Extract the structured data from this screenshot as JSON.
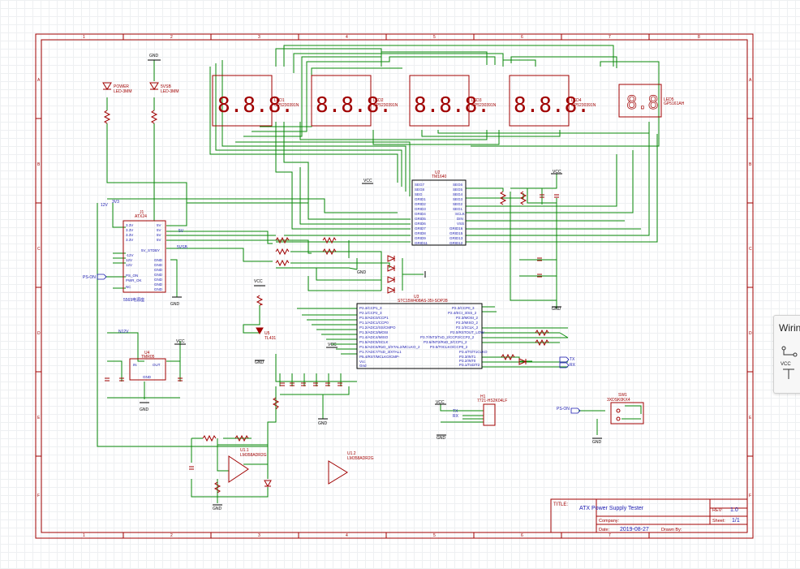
{
  "title_block": {
    "title_label": "TITLE:",
    "title_value": "ATX Power Supply Tester",
    "rev_label": "REV:",
    "rev_value": "1.0",
    "company_label": "Company:",
    "company_value": "",
    "sheet_label": "Sheet:",
    "sheet_value": "1/1",
    "date_label": "Date:",
    "date_value": "2019-08-27",
    "drawn_label": "Drawn By:"
  },
  "frame": {
    "col_labels": [
      "1",
      "2",
      "3",
      "4",
      "5",
      "6",
      "7",
      "8"
    ],
    "row_labels": [
      "A",
      "B",
      "C",
      "D",
      "E",
      "F"
    ]
  },
  "side_panel": {
    "title": "Wirin",
    "vcc_label": "VCC"
  },
  "components": {
    "u2": {
      "ref": "U2",
      "value": "TM1640"
    },
    "u3": {
      "ref": "U3",
      "value": "STC15W408AS-35I-SOP28"
    },
    "u4": {
      "ref": "U4",
      "value": "TMR05"
    },
    "u5": {
      "ref": "U5",
      "value": "TL431"
    },
    "u1_1": {
      "ref": "U1.1",
      "value": "LM358ADR2G"
    },
    "u1_2": {
      "ref": "U1.2",
      "value": "LM358ADR2G"
    },
    "j1": {
      "ref": "J1",
      "value": "ATX24",
      "caption": "5569电源座"
    },
    "h1": {
      "ref": "H1",
      "value": "7721-HS2K04LF"
    },
    "sw1": {
      "ref": "SW1",
      "value": "3XDSK0KX4"
    },
    "led1": {
      "ref": "LED1",
      "value": "GP5230391N"
    },
    "led2": {
      "ref": "LED2",
      "value": "GP5230391N"
    },
    "led3": {
      "ref": "LED3",
      "value": "GP5230391N"
    },
    "led4": {
      "ref": "LED4",
      "value": "GP5230391N"
    },
    "led5": {
      "ref": "LED5",
      "value": "GP5161AH"
    },
    "power_led": {
      "ref": "POWER",
      "value": "LED-3MM"
    },
    "5vsb_led": {
      "ref": "5VSB",
      "value": "LED-3MM"
    }
  },
  "nets": {
    "gnd": "GND",
    "vcc": "VCC",
    "ps_on": "PS-ON",
    "tx": "TX",
    "rx": "RX",
    "v3": "3V3",
    "v5": "5V",
    "v12": "12V",
    "v5sb": "5VSB",
    "n12v": "N12V"
  }
}
